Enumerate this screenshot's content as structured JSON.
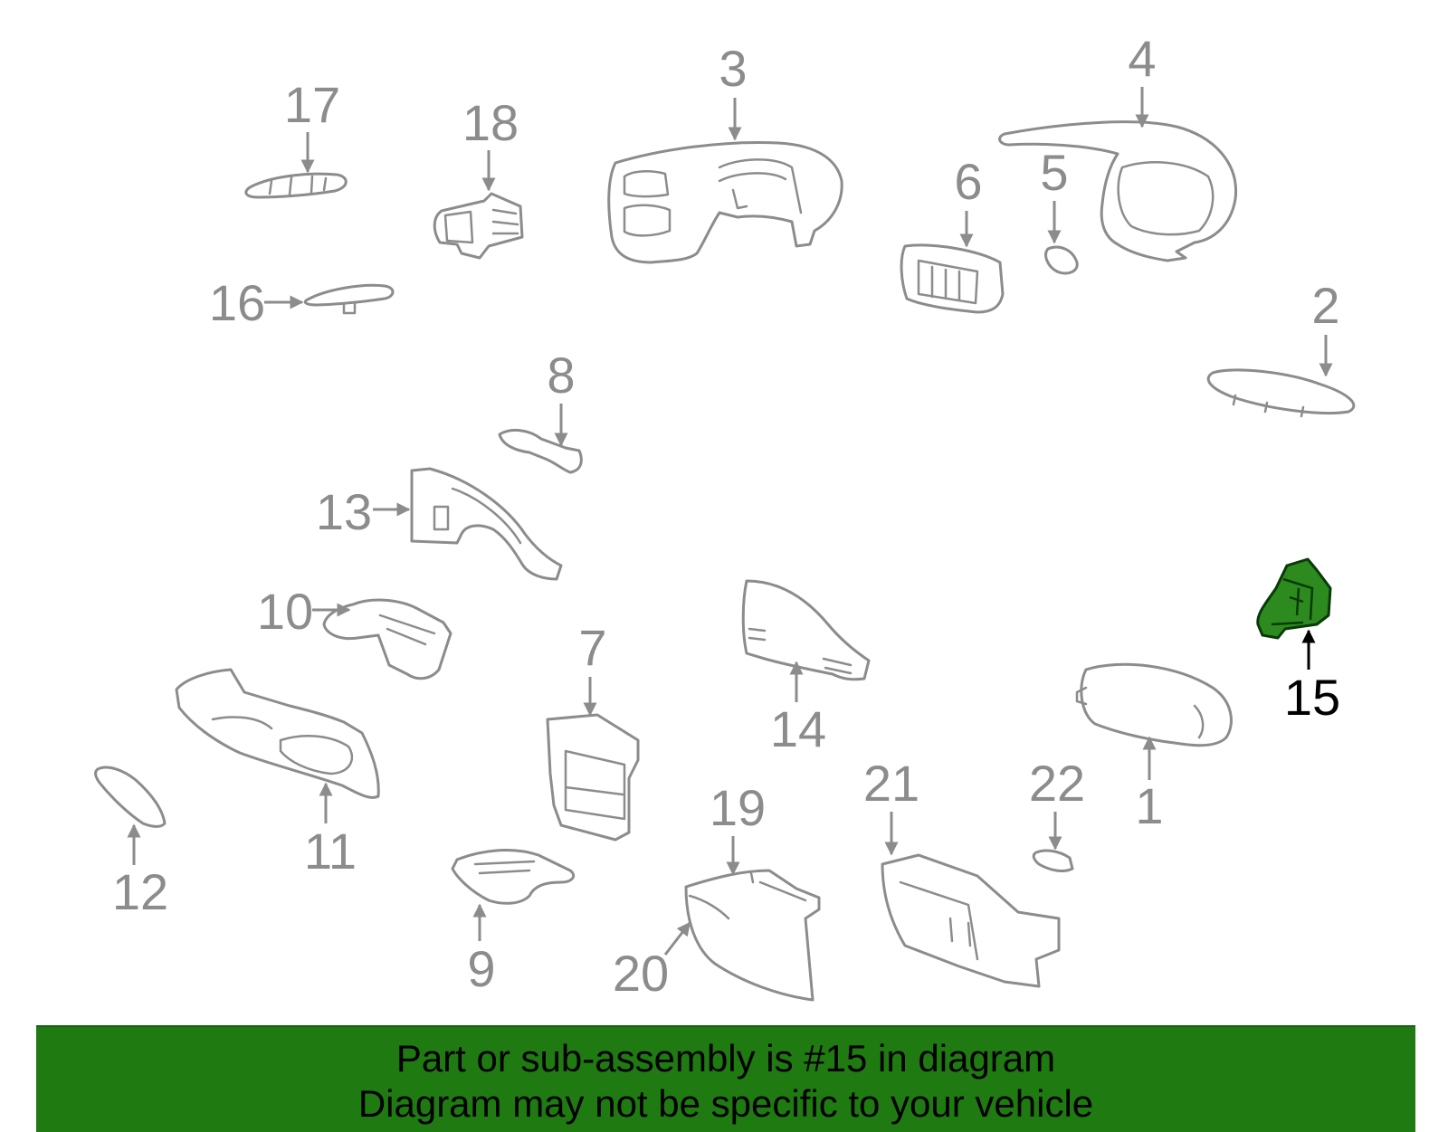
{
  "diagram": {
    "highlighted_part": "15",
    "highlight_color": "#2c8a1f",
    "callouts": [
      "1",
      "2",
      "3",
      "4",
      "5",
      "6",
      "7",
      "8",
      "9",
      "10",
      "11",
      "12",
      "13",
      "14",
      "15",
      "16",
      "17",
      "18",
      "19",
      "20",
      "21",
      "22"
    ]
  },
  "banner": {
    "background": "#1f7a12",
    "line1": "Part or sub-assembly is #15 in diagram",
    "line2": "Diagram may not be specific to your vehicle"
  }
}
